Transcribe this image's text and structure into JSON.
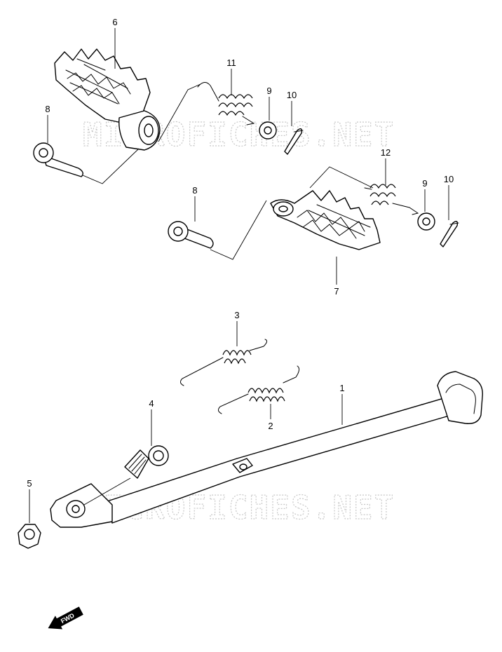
{
  "watermark": {
    "text_top": "MICROFICHES.NET",
    "text_bottom": "MICROFICHES.NET"
  },
  "callouts": {
    "p1": "1",
    "p2": "2",
    "p3": "3",
    "p4": "4",
    "p5": "5",
    "p6": "6",
    "p7": "7",
    "p8_upper": "8",
    "p8_lower": "8",
    "p9_upper": "9",
    "p9_lower": "9",
    "p10_upper": "10",
    "p10_lower": "10",
    "p11": "11",
    "p12": "12"
  },
  "fwd_arrow": {
    "label": "FWD"
  }
}
